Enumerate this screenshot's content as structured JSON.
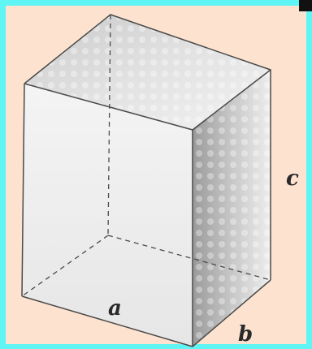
{
  "labels": {
    "a": "a",
    "b": "b",
    "c": "c"
  },
  "colors": {
    "border": "#5ff5f5",
    "background": "#fde3cf",
    "front_face": "#ececec",
    "edge": "#4a4a4a"
  }
}
